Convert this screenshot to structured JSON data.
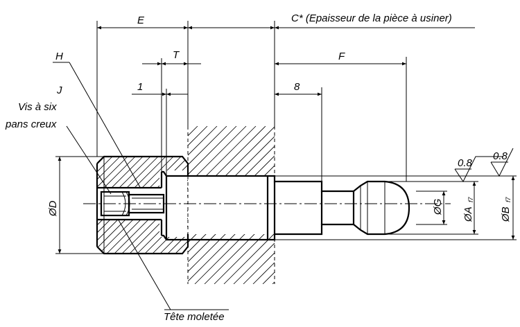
{
  "dimensions": {
    "e": "E",
    "c": "C* (Epaisseur de la pièce à usiner)",
    "t": "T",
    "one": "1",
    "f": "F",
    "eight": "8",
    "h": "H",
    "j": "J",
    "vis": "Vis à six",
    "pans": "pans creux",
    "od": "ØD",
    "og": "ØG",
    "oa": "ØA",
    "oa_tol": "f7",
    "ob": "ØB",
    "ob_tol": "f7",
    "tete": "Tête moletée"
  },
  "surface_finish": {
    "value_a": "0.8",
    "value_b": "0.8"
  }
}
